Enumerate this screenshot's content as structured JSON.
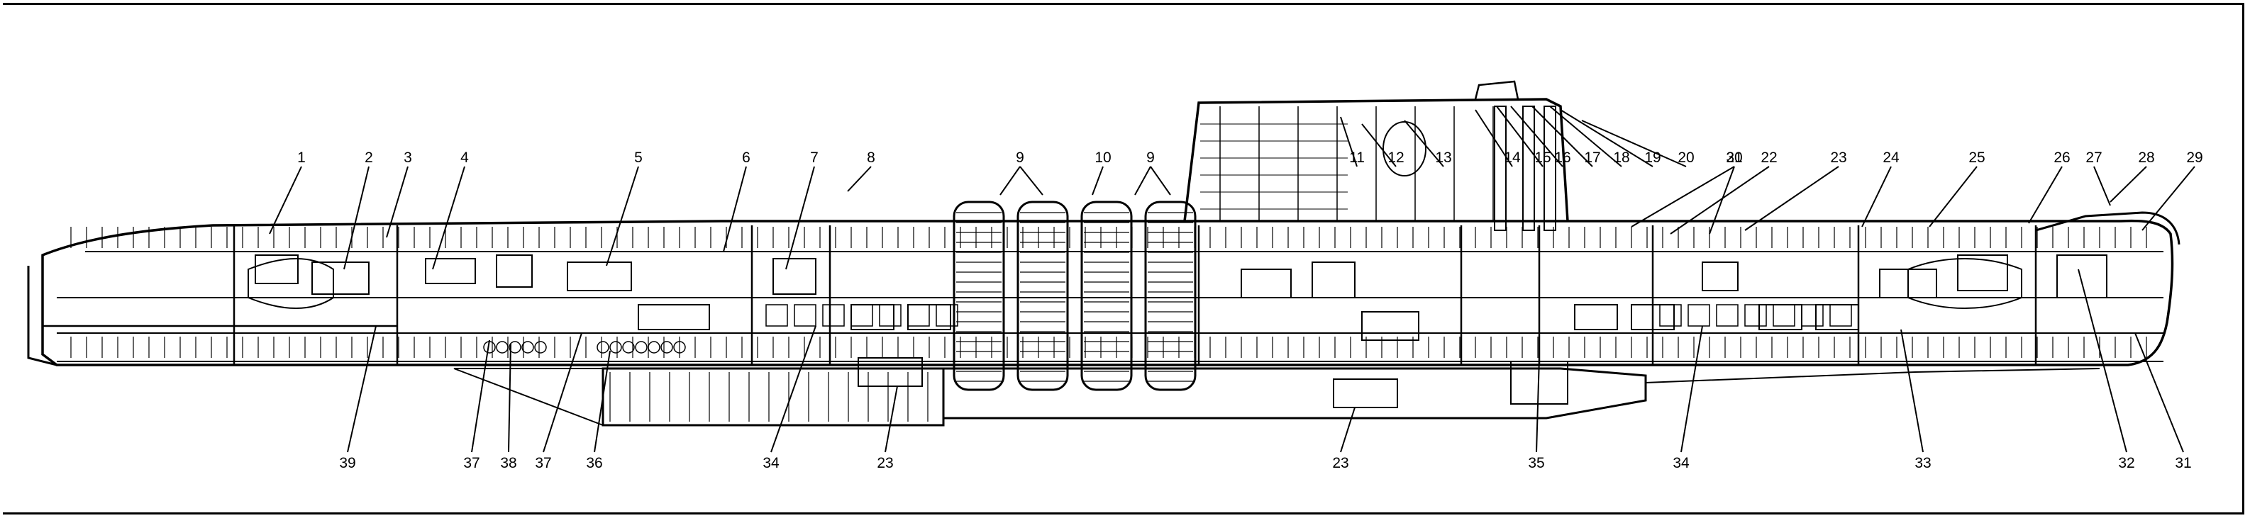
{
  "diagram": {
    "line_color": "#000000",
    "background": "#ffffff",
    "labels_top": [
      "1",
      "2",
      "3",
      "4",
      "5",
      "6",
      "7",
      "8",
      "9",
      "10",
      "9",
      "11",
      "12",
      "13",
      "14",
      "15",
      "16",
      "17",
      "18",
      "19",
      "20",
      "21",
      "22",
      "23",
      "24",
      "25",
      "26",
      "27",
      "28",
      "29",
      "30"
    ],
    "labels_bottom": [
      "39",
      "37",
      "38",
      "37",
      "36",
      "34",
      "23",
      "23",
      "35",
      "34",
      "33",
      "32",
      "31"
    ]
  }
}
